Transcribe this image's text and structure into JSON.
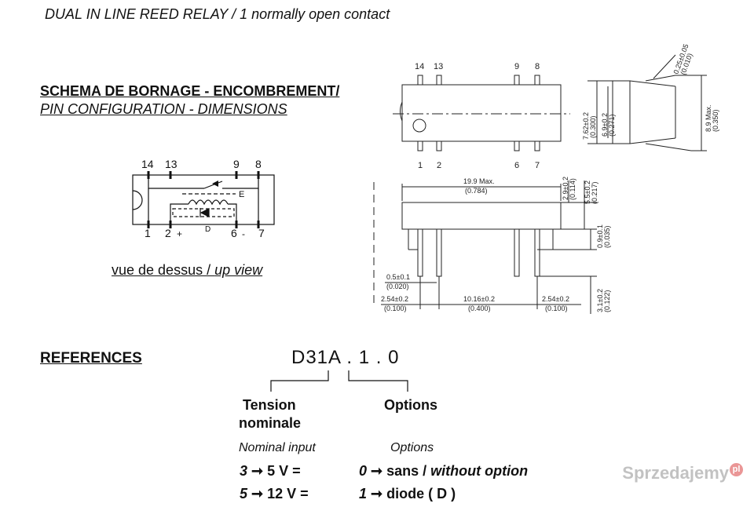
{
  "title": "DUAL IN LINE REED RELAY  / 1  normally  open contact",
  "heading_fr": "SCHEMA DE BORNAGE - ENCOMBREMENT/",
  "heading_en": "PIN CONFIGURATION - DIMENSIONS",
  "pin_diagram": {
    "top_pins": [
      "14",
      "13",
      "9",
      "8"
    ],
    "bottom_pins": [
      "1",
      "2",
      "6",
      "7"
    ],
    "plus_mark": "+",
    "minus_mark": "-",
    "label_e": "E",
    "label_d": "D"
  },
  "view_label": {
    "fr": "vue de dessus / ",
    "en": "up view"
  },
  "top_view_pins": {
    "top": [
      "14",
      "13",
      "9",
      "8"
    ],
    "bottom": [
      "1",
      "2",
      "6",
      "7"
    ]
  },
  "dimensions": {
    "end_view": [
      "7.62±0.2",
      "(0.300)",
      "6.9±0.2",
      "(0.271)",
      "8.9 Max.",
      "(0.350)",
      "0.25±0.05",
      "(0.010)"
    ],
    "length": [
      "19.9 Max.",
      "(0.784)"
    ],
    "height": [
      "2.9±0.2",
      "(0.114)",
      "5.5±0.2",
      "(0.217)"
    ],
    "standoff": [
      "0.9±0.1",
      "(0.035)"
    ],
    "pin_length": [
      "3.1±0.2",
      "(0.122)"
    ],
    "pin_width": [
      "0.5±0.1",
      "(0.020)"
    ],
    "pitch_left": [
      "2.54±0.2",
      "(0.100)"
    ],
    "pitch_mid": [
      "10.16±0.2",
      "(0.400)"
    ],
    "pitch_right": [
      "2.54±0.2",
      "(0.100)"
    ]
  },
  "references": {
    "label": "REFERENCES",
    "code": "D31A . 1 . 0",
    "tension_title_1": "Tension",
    "tension_title_2": "nominale",
    "options_title": "Options",
    "nominal_input": "Nominal input",
    "options_sub": "Options",
    "tension_rows": [
      {
        "input": "3",
        "arrow": "➞",
        "output": "5 V ="
      },
      {
        "input": "5",
        "arrow": "➞",
        "output": "12 V ="
      }
    ],
    "option_rows": [
      {
        "code": "0",
        "arrow": "➞",
        "text_fr": "sans / ",
        "text_en": "without option"
      },
      {
        "code": "1",
        "arrow": "➞",
        "text_fr": "diode ( D )",
        "text_en": ""
      }
    ]
  },
  "watermark": {
    "text": "Sprzedajemy",
    "badge": "pl"
  }
}
